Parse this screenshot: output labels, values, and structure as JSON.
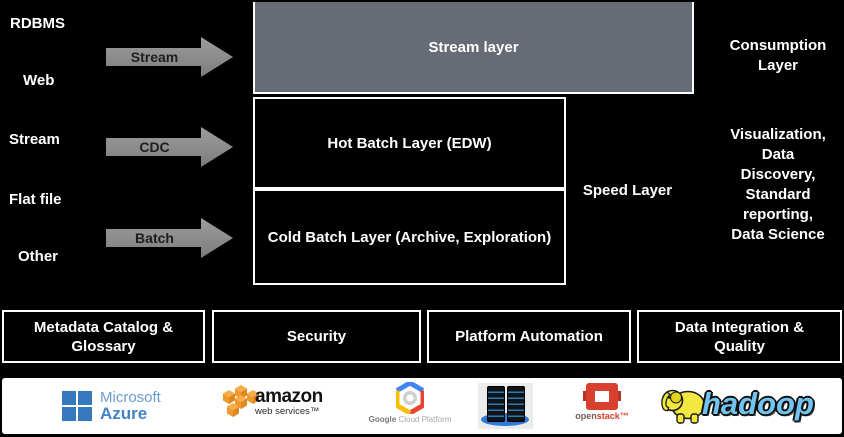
{
  "sources": {
    "items": [
      "RDBMS",
      "Web",
      "Stream",
      "Flat file",
      "Other"
    ]
  },
  "flow_arrows": {
    "items": [
      "Stream",
      "CDC",
      "Batch"
    ]
  },
  "layers": {
    "stream": "Stream layer",
    "hot_batch": "Hot Batch Layer (EDW)",
    "cold_batch": "Cold Batch Layer (Archive, Exploration)",
    "speed": "Speed Layer"
  },
  "consumption": {
    "title_lines": [
      "Consumption",
      "Layer"
    ],
    "detail_lines": [
      "Visualization,",
      "Data",
      "Discovery,",
      "Standard",
      "reporting,",
      "Data Science"
    ]
  },
  "foundation": {
    "boxes": [
      {
        "lines": [
          "Metadata Catalog &",
          "Glossary"
        ]
      },
      {
        "lines": [
          "Security"
        ]
      },
      {
        "lines": [
          "Platform Automation"
        ]
      },
      {
        "lines": [
          "Data Integration &",
          "Quality"
        ]
      }
    ]
  },
  "vendors": {
    "azure": {
      "line1": "Microsoft",
      "line2": "Azure"
    },
    "aws": {
      "line1": "amazon",
      "line2": "web services™"
    },
    "gcp": {
      "brand": "Google",
      "suffix": " Cloud Platform"
    },
    "openstack": {
      "part1": "open",
      "part2": "stack™"
    },
    "hadoop": {
      "label": "hadoop"
    }
  },
  "colors": {
    "background": "#000000",
    "stream_layer_fill": "#676b75",
    "arrow_fill": "#8c8c8c",
    "box_border": "#ffffff",
    "azure_blue": "#3578bd",
    "aws_orange": "#f09d3c",
    "gcp_blue": "#4285f4",
    "gcp_red": "#ea4335",
    "gcp_yellow": "#fbbc05",
    "openstack_red": "#d6402c",
    "hadoop_blue": "#70c4ee",
    "server_base_blue": "#2e7cd9"
  }
}
